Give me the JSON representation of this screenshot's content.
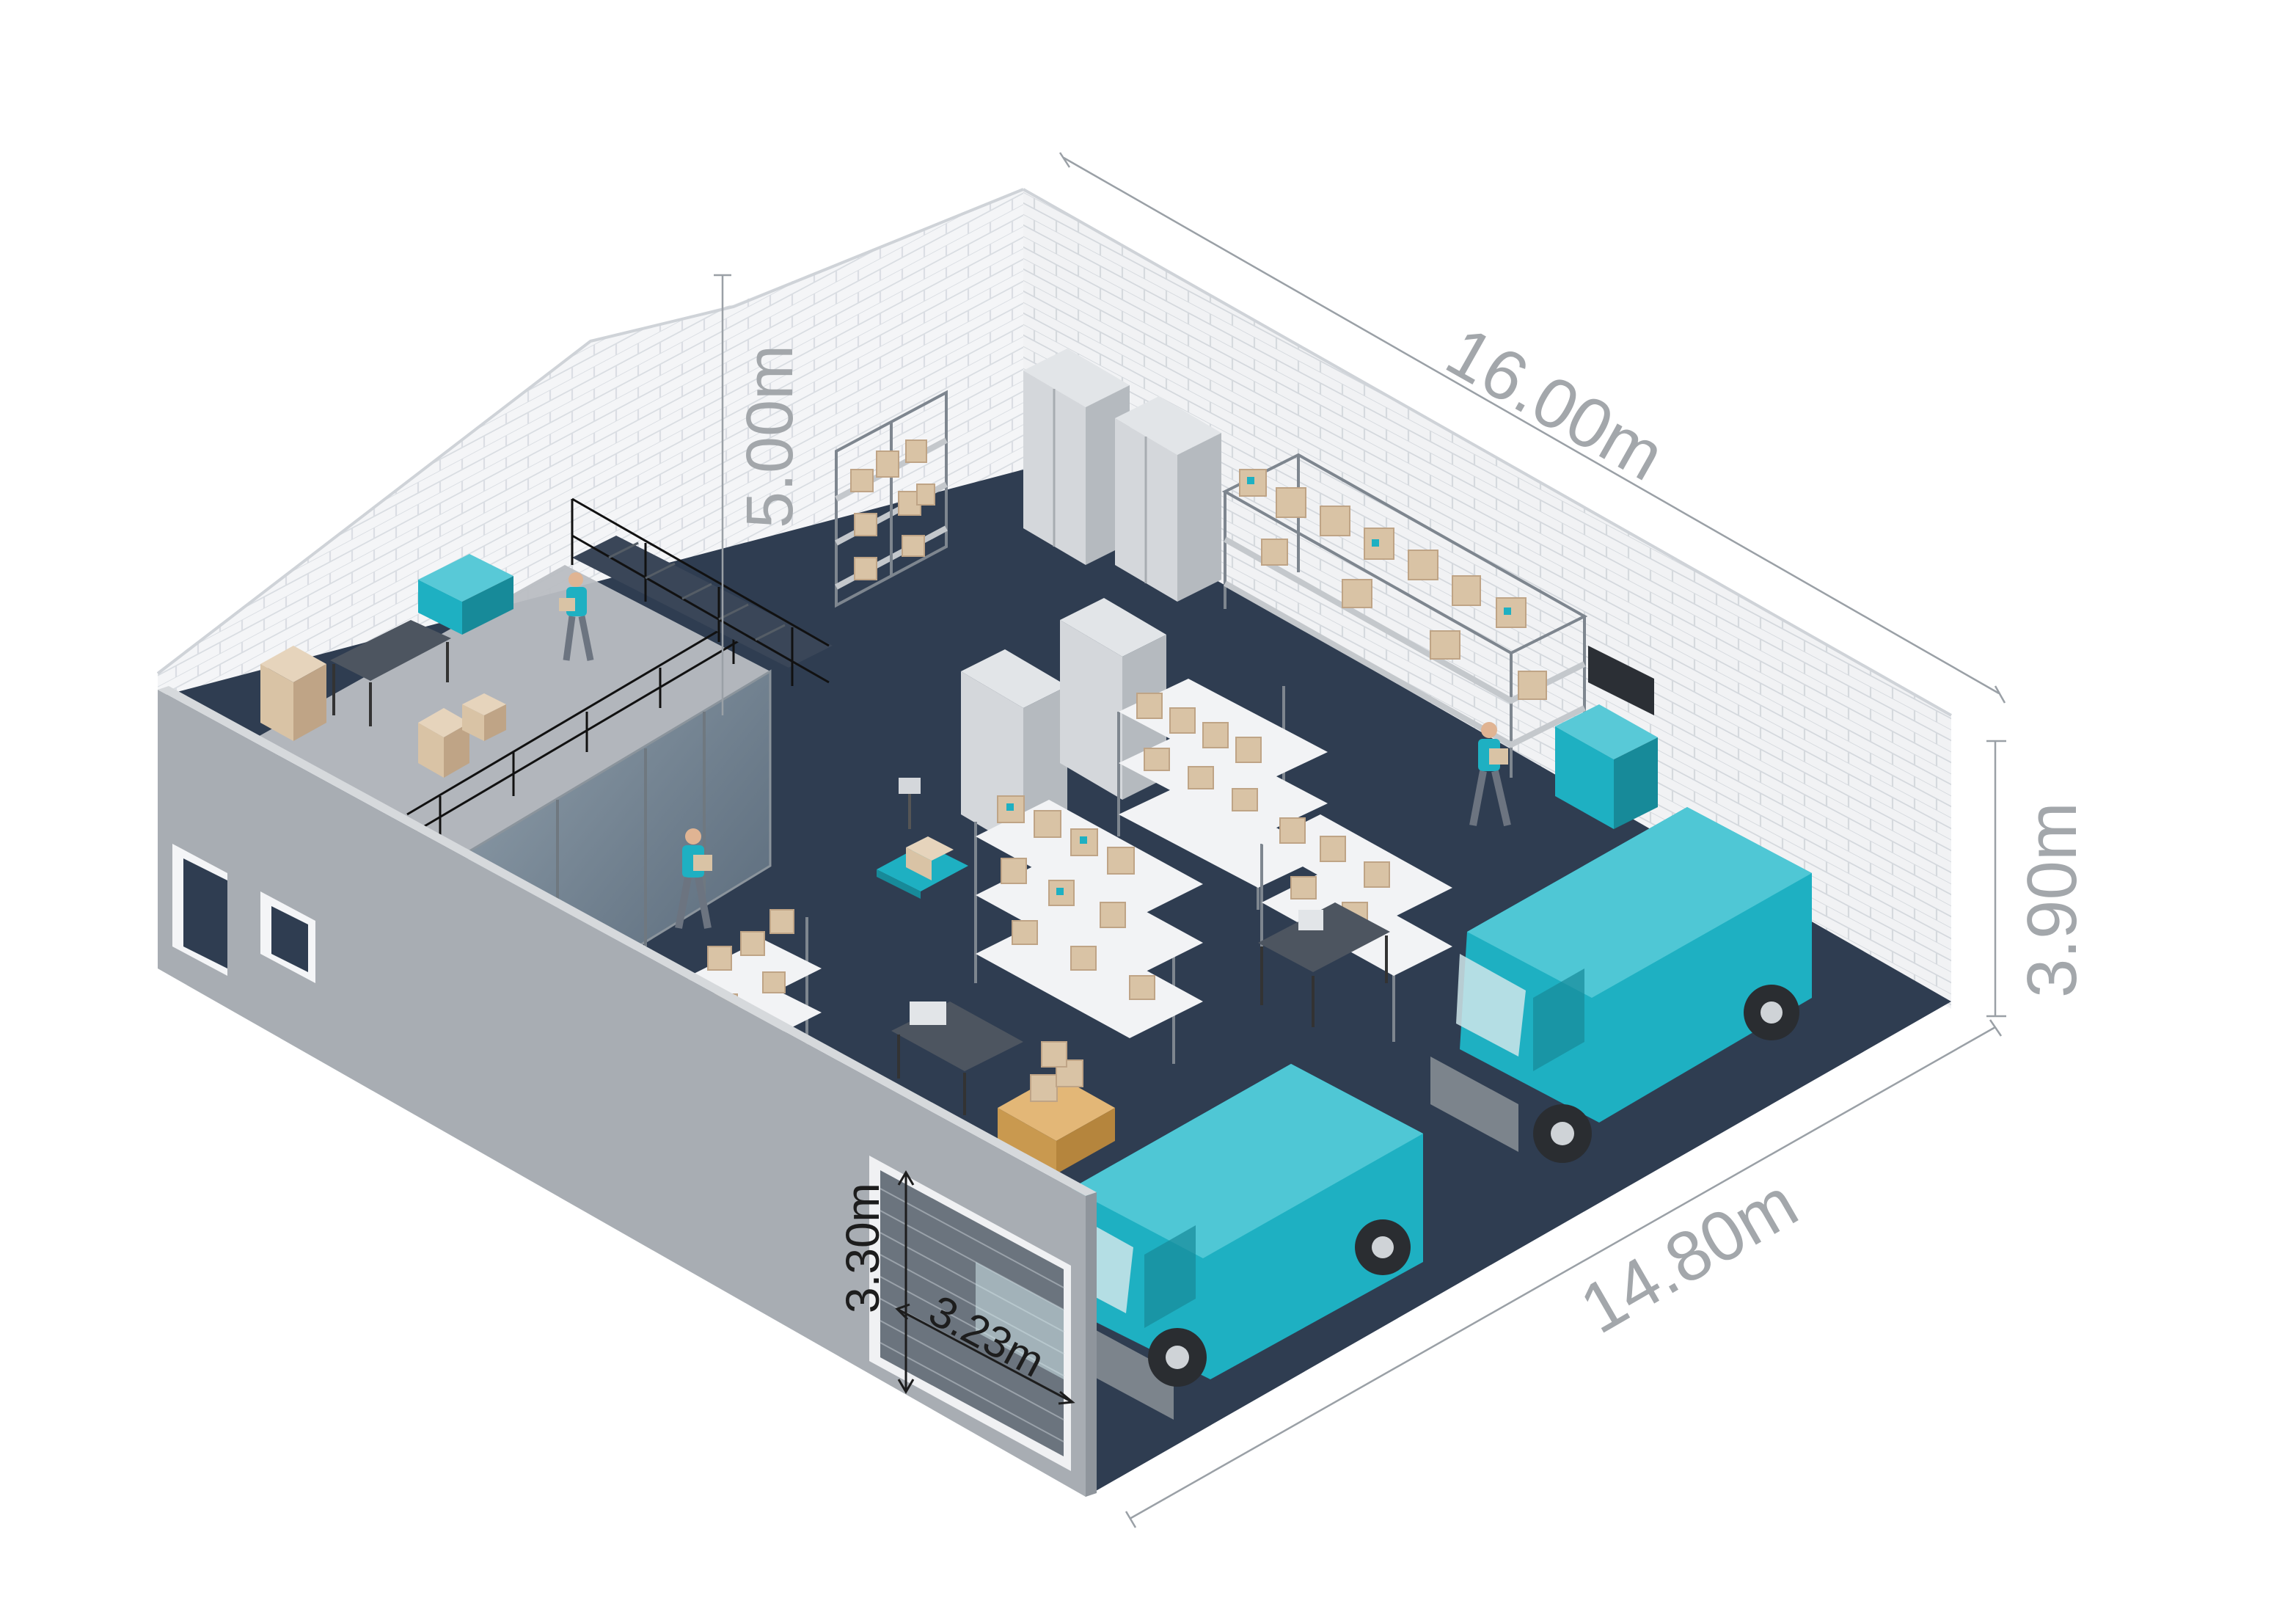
{
  "dimensions": {
    "length": "16.00m",
    "width": "14.80m",
    "wall_height": "3.90m",
    "ridge_height": "5.00m",
    "door_height": "3.30m",
    "door_width": "3.23m"
  },
  "colors": {
    "floor": "#2f3d51",
    "wall_white": "#f4f5f7",
    "brick_line": "#d7dbe0",
    "exterior_wall": "#a8adb3",
    "exterior_wall_dark": "#8f959c",
    "van_teal": "#1eb0c2",
    "van_teal_dark": "#178a99",
    "shelf_frame": "#7e868f",
    "box": "#d9c3a5",
    "box_dark": "#bfa486",
    "cabinet": "#d4d7db",
    "dimension_line": "#9aa0a6",
    "dimension_text": "#a3a7ab"
  }
}
